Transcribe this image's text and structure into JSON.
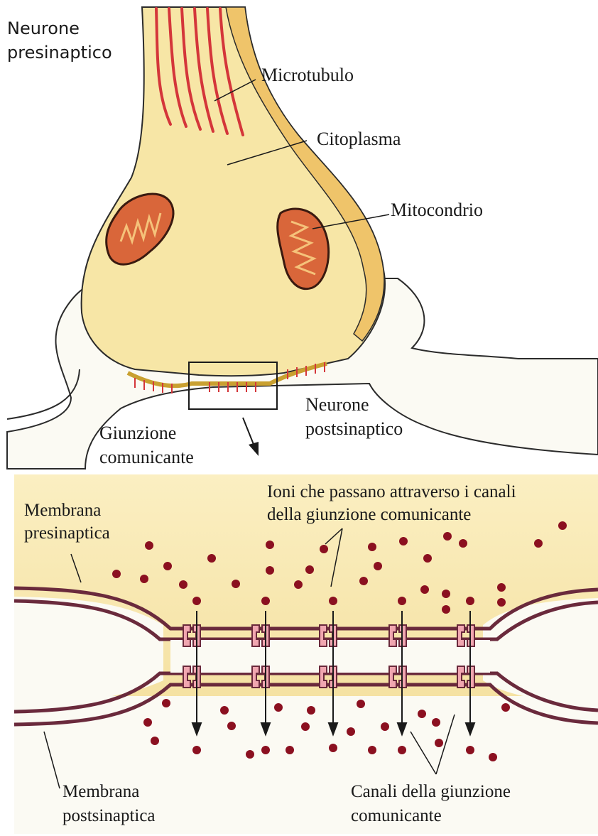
{
  "labels": {
    "presynaptic_neuron_line1": "Neurone",
    "presynaptic_neuron_line2": "presinaptico",
    "microtubule": "Microtubulo",
    "cytoplasm": "Citoplasma",
    "mitochondrion": "Mitocondrio",
    "gap_junction_line1": "Giunzione",
    "gap_junction_line2": "comunicante",
    "postsynaptic_neuron_line1": "Neurone",
    "postsynaptic_neuron_line2": "postsinaptico",
    "ions_line1": "Ioni che passano attraverso i canali",
    "ions_line2": "della giunzione comunicante",
    "presynaptic_membrane_line1": "Membrana",
    "presynaptic_membrane_line2": "presinaptica",
    "postsynaptic_membrane_line1": "Membrana",
    "postsynaptic_membrane_line2": "postsinaptica",
    "channels_line1": "Canali della giunzione",
    "channels_line2": "comunicante"
  },
  "colors": {
    "cytoplasm": "#f7e6a6",
    "background_panel": "#f5e2a4",
    "membrane": "#6a2a3c",
    "microtubule": "#d4363a",
    "mitochondrion": "#d9663a",
    "ion": "#8b1020",
    "channel": "#f0a6b0"
  }
}
